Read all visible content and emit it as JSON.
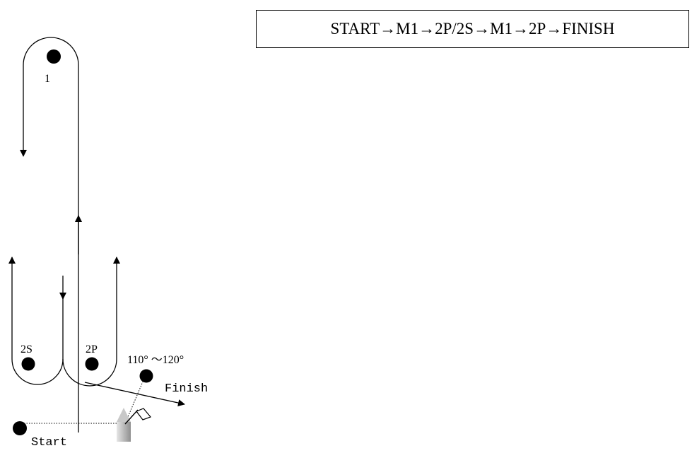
{
  "route": {
    "text": "START→M1→2P/2S→M1→2P→FINISH"
  },
  "marks": {
    "mark_1": "1",
    "mark_2s": "2S",
    "mark_2p": "2P",
    "angle_label": "110° ～120°",
    "finish_label": "Finish",
    "start_label": "Start"
  },
  "colors": {
    "line": "#000000",
    "background": "#ffffff",
    "boat": "#aaaaaa"
  }
}
